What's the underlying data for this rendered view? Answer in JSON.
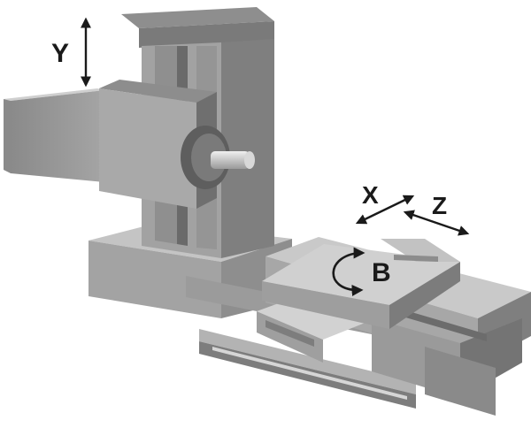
{
  "axes": {
    "y": {
      "label": "Y"
    },
    "x": {
      "label": "X"
    },
    "z": {
      "label": "Z"
    },
    "b": {
      "label": "B"
    }
  },
  "colors": {
    "metal_light": "#bdbdbd",
    "metal_mid": "#9e9e9e",
    "metal_dark": "#6e6e6e",
    "metal_darkest": "#555555",
    "arrow": "#1a1a1a"
  }
}
